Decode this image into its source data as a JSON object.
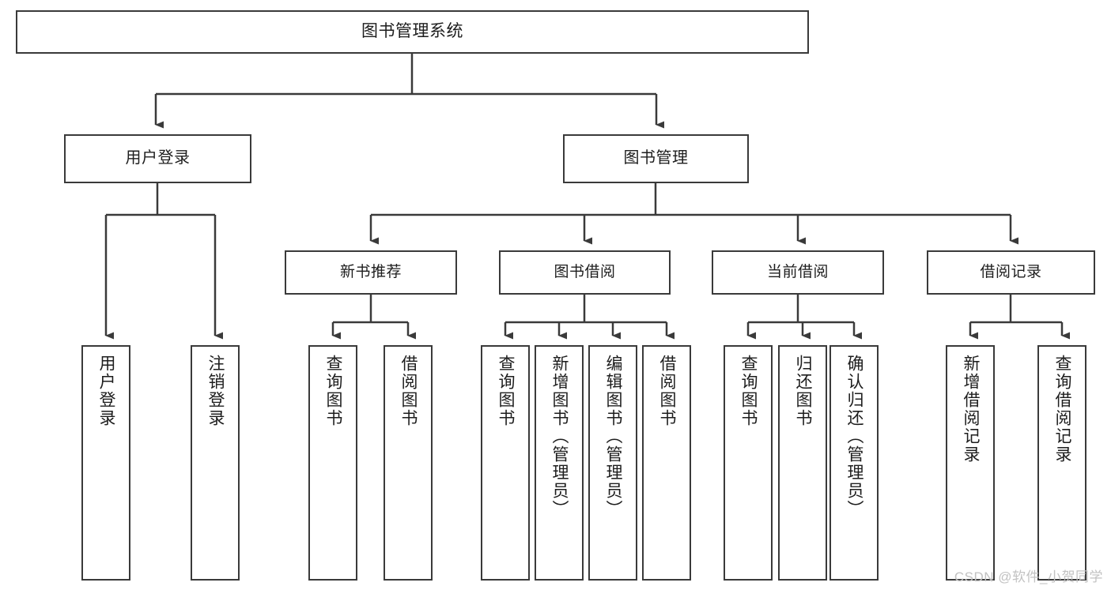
{
  "diagram": {
    "title": "图书管理系统",
    "root": {
      "label": "图书管理系统"
    },
    "level1": [
      {
        "label": "用户登录"
      },
      {
        "label": "图书管理"
      }
    ],
    "level2": [
      {
        "label": "新书推荐"
      },
      {
        "label": "图书借阅"
      },
      {
        "label": "当前借阅"
      },
      {
        "label": "借阅记录"
      }
    ],
    "leaves": {
      "user_login": [
        {
          "label": "用户登录"
        },
        {
          "label": "注销登录"
        }
      ],
      "new_recommend": [
        {
          "label": "查询图书"
        },
        {
          "label": "借阅图书"
        }
      ],
      "book_borrow": [
        {
          "label": "查询图书"
        },
        {
          "label": "新增图书（管理员）"
        },
        {
          "label": "编辑图书（管理员）"
        },
        {
          "label": "借阅图书"
        }
      ],
      "current_borrow": [
        {
          "label": "查询图书"
        },
        {
          "label": "归还图书"
        },
        {
          "label": "确认归还（管理员）"
        }
      ],
      "borrow_record": [
        {
          "label": "新增借阅记录"
        },
        {
          "label": "查询借阅记录"
        }
      ]
    }
  },
  "watermark": {
    "text": "CSDN @软件_小贺同学"
  },
  "colors": {
    "box_border": "#3a3a3a",
    "box_fill": "#ffffff",
    "connector": "#3a3a3a",
    "text": "#1d1d1d",
    "watermark": "#c2c2c2"
  }
}
